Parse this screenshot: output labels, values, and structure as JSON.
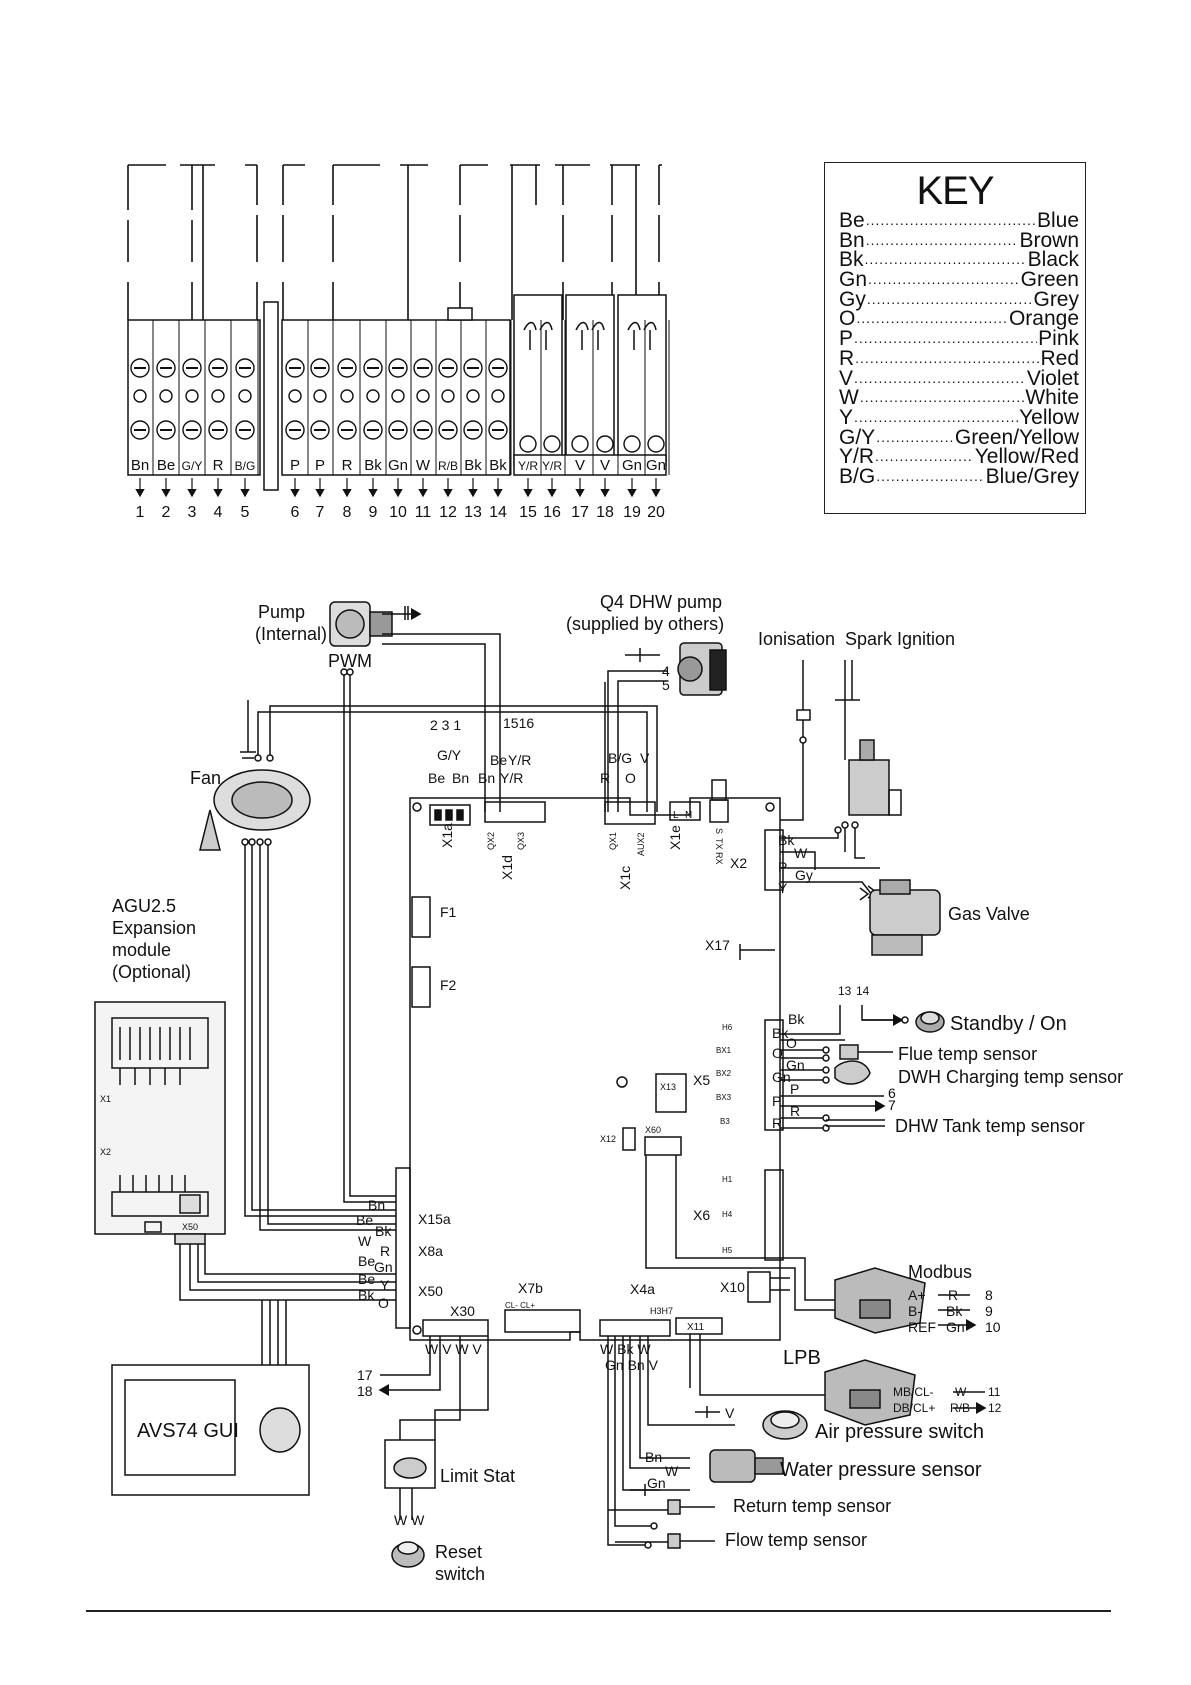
{
  "key": {
    "title": "KEY",
    "entries": [
      {
        "code": "Be",
        "name": "Blue"
      },
      {
        "code": "Bn",
        "name": "Brown"
      },
      {
        "code": "Bk",
        "name": "Black"
      },
      {
        "code": "Gn",
        "name": "Green"
      },
      {
        "code": "Gy",
        "name": "Grey"
      },
      {
        "code": "O",
        "name": "Orange"
      },
      {
        "code": "P",
        "name": "Pink"
      },
      {
        "code": "R",
        "name": "Red"
      },
      {
        "code": "V",
        "name": "Violet"
      },
      {
        "code": "W",
        "name": "White"
      },
      {
        "code": "Y",
        "name": "Yellow"
      },
      {
        "code": "G/Y",
        "name": "Green/Yellow"
      },
      {
        "code": "Y/R",
        "name": "Yellow/Red"
      },
      {
        "code": "B/G",
        "name": "Blue/Grey"
      }
    ]
  },
  "terminal_strip": {
    "wire_labels": [
      "Bn",
      "Be",
      "G/Y",
      "R",
      "B/G",
      "P",
      "P",
      "R",
      "Bk",
      "Gn",
      "W",
      "R/B",
      "Bk",
      "Bk",
      "Y/R",
      "Y/R",
      "V",
      "V",
      "Gn",
      "Gn"
    ],
    "numbers": [
      "1",
      "2",
      "3",
      "4",
      "5",
      "6",
      "7",
      "8",
      "9",
      "10",
      "11",
      "12",
      "13",
      "14",
      "15",
      "16",
      "17",
      "18",
      "19",
      "20"
    ]
  },
  "components": {
    "pump": "Pump",
    "pump_sub": "(Internal)",
    "pwm": "PWM",
    "q4_pump": "Q4 DHW pump",
    "q4_pump_sub": "(supplied by others)",
    "ionisation": "Ionisation",
    "spark": "Spark Ignition",
    "fan": "Fan",
    "agu_1": "AGU2.5",
    "agu_2": "Expansion",
    "agu_3": "module",
    "agu_4": "(Optional)",
    "gas_valve": "Gas Valve",
    "standby": "Standby / On",
    "flue_sensor": "Flue temp sensor",
    "dwh_sensor": "DWH Charging temp sensor",
    "dhw_tank": "DHW Tank temp sensor",
    "modbus": "Modbus",
    "lpb": "LPB",
    "air_switch": "Air pressure switch",
    "water_sensor": "Water pressure sensor",
    "return_sensor": "Return temp sensor",
    "flow_sensor": "Flow temp sensor",
    "avs": "AVS74 GUI",
    "limit_stat": "Limit Stat",
    "reset_1": "Reset",
    "reset_2": "switch"
  },
  "board_labels": {
    "x1a": "X1a",
    "x1d": "X1d",
    "x1c": "X1c",
    "x1e": "X1e",
    "x2": "X2",
    "x17": "X17",
    "f1": "F1",
    "f2": "F2",
    "x5": "X5",
    "x13": "X13",
    "x12": "X12",
    "x60": "X60",
    "x6": "X6",
    "x10": "X10",
    "x4a": "X4a",
    "x11": "X11",
    "x7b": "X7b",
    "x30": "X30",
    "x50": "X50",
    "x8a": "X8a",
    "x15a": "X15a",
    "x1": "X1",
    "x2m": "X2",
    "x50m": "X50",
    "qx2": "QX2",
    "qx3": "QX3",
    "qx1": "QX1",
    "aux2": "AUX2",
    "l": "L",
    "n": "N",
    "rx": "RX",
    "tx": "TX",
    "s": "S",
    "h6": "H6",
    "bx1": "BX1",
    "bx2": "BX2",
    "bx3": "BX3",
    "b3": "B3",
    "h1": "H1",
    "h4": "H4",
    "h5": "H5",
    "h3h7": "H3H7",
    "cl": "CL- CL+"
  },
  "wire_tags": {
    "top_nums": "2 3 1",
    "top_nums2": "1516",
    "gy": "G/Y",
    "be1": "Be",
    "yr1": "Y/R",
    "be2": "Be",
    "bn1": "Bn",
    "bn2": "Bn",
    "yr2": "Y/R",
    "bg": "B/G",
    "v1": "V",
    "r1": "R",
    "o1": "O",
    "four": "4",
    "five": "5",
    "x2_bk": "Bk",
    "x2_w": "W",
    "x2_p": "P",
    "x2_gy": "Gy",
    "x2_y": "Y",
    "n13": "13",
    "n14": "14",
    "bk_a": "Bk",
    "bk_b": "Bk",
    "o_a": "O",
    "gn_a": "Gn",
    "gn_b": "Gn",
    "p_a": "P",
    "p_b": "P",
    "six": "6",
    "seven": "7",
    "r_a": "R",
    "r_b": "R",
    "bn_x15": "Bn",
    "be_x15": "Be",
    "bk_x8": "Bk",
    "w_x8": "W",
    "r_x8": "R",
    "be_x8": "Be",
    "gn_x8": "Gn",
    "be_x50": "Be",
    "y_x50": "Y",
    "bk_x50": "Bk",
    "o_x50": "O",
    "wvwv": "W V W  V",
    "n17": "17",
    "n18": "18",
    "wbkw": "W Bk W",
    "gnbnv": "Gn Bn  V",
    "v_air": "V",
    "bn_w": "Bn",
    "w_w": "W",
    "gn_w": "Gn",
    "ww": "W  W",
    "mb_aplus": "A+",
    "mb_bminus": "B-",
    "mb_ref": "REF",
    "mb_r": "R",
    "mb_bk": "Bk",
    "mb_gn": "Gn",
    "mb_8": "8",
    "mb_9": "9",
    "mb_10": "10",
    "lpb_mb": "MB/CL-",
    "lpb_db": "DB/CL+",
    "lpb_w": "W",
    "lpb_rb": "R/B",
    "lpb_11": "11",
    "lpb_12": "12"
  }
}
